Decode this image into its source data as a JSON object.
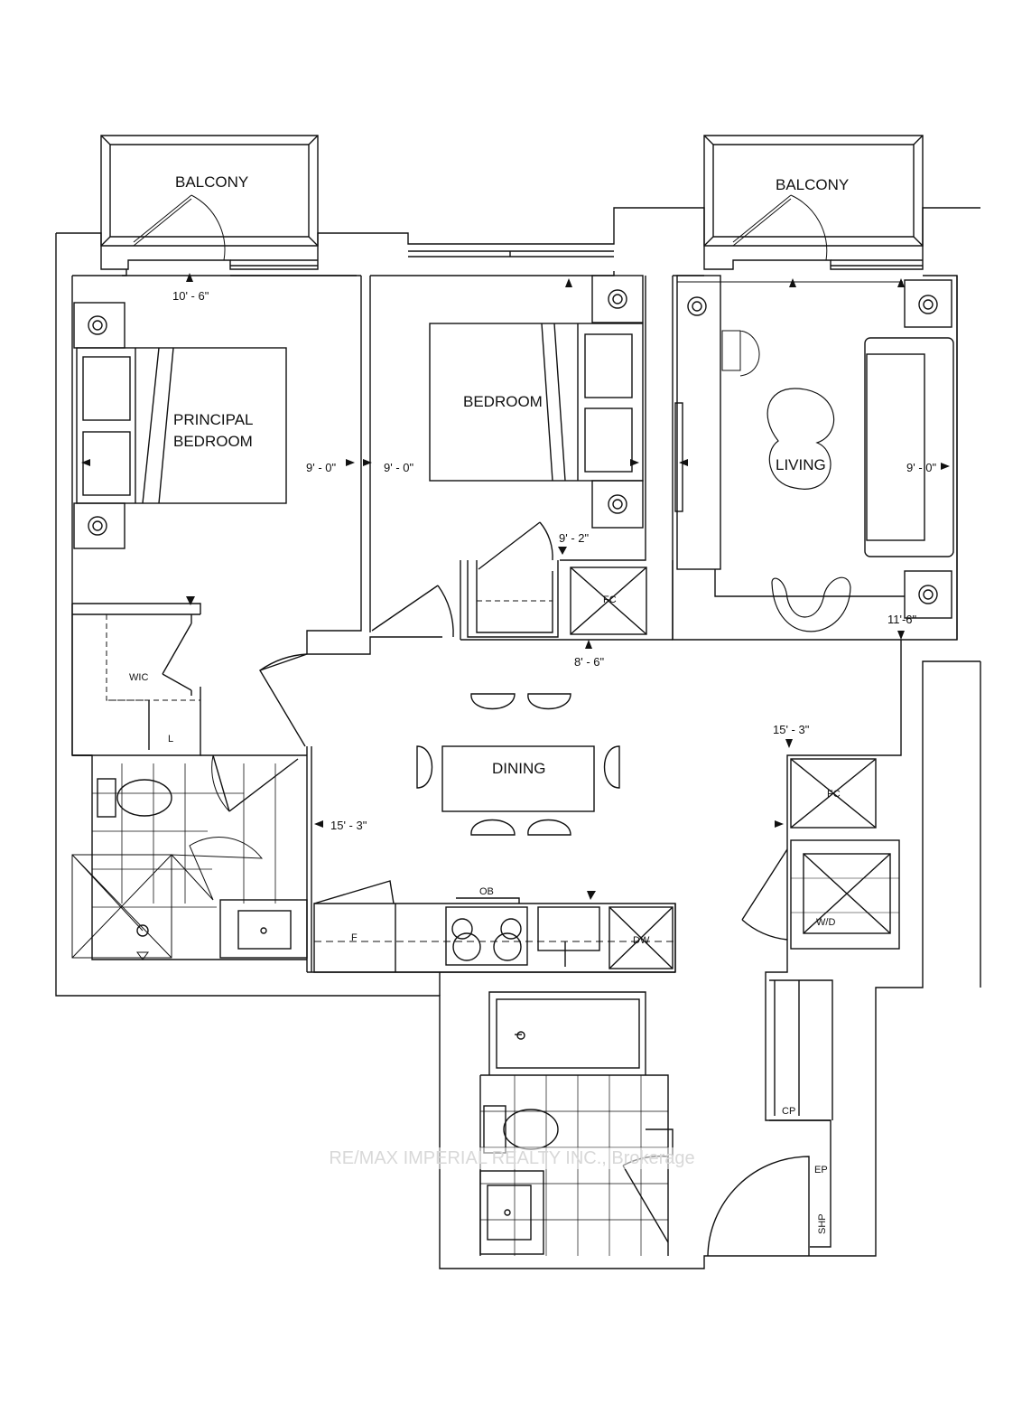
{
  "rooms": {
    "balcony_left": "BALCONY",
    "balcony_right": "BALCONY",
    "principal_line1": "PRINCIPAL",
    "principal_line2": "BEDROOM",
    "bedroom": "BEDROOM",
    "living": "LIVING",
    "dining": "DINING",
    "wic": "WIC"
  },
  "fixtures": {
    "linen": "L",
    "fc_bedroom": "FC",
    "fc_hall": "FC",
    "washer_dryer": "W/D",
    "fridge": "F",
    "oven": "OB",
    "dishwasher": "DW",
    "coat": "CP",
    "ep": "EP",
    "shp": "SHP"
  },
  "dimensions": {
    "principal_width": "10' - 6\"",
    "principal_depth": "9' - 0\"",
    "bedroom_depth": "9' - 0\"",
    "bedroom_width": "9' - 2\"",
    "bedroom_width2": "8' - 6\"",
    "living_depth": "9' - 0\"",
    "living_width": "11'-6\"",
    "dining_depth": "15' - 3\"",
    "living_length": "15' - 3\""
  },
  "watermark": "RE/MAX IMPERIAL REALTY INC., Brokerage"
}
